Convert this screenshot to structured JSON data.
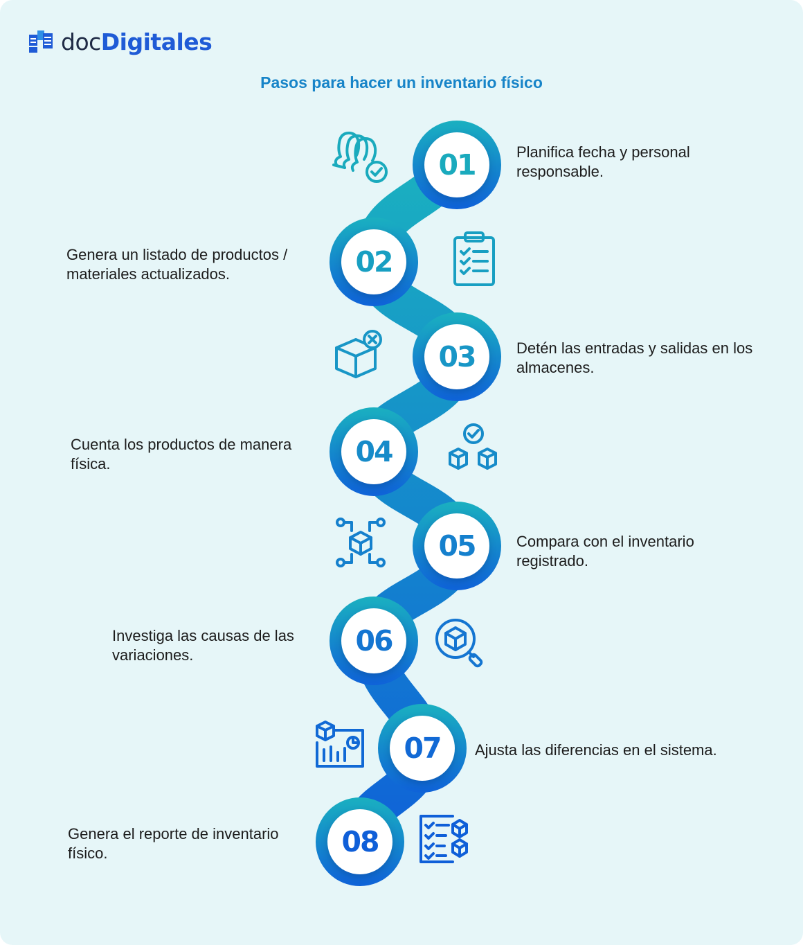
{
  "brand": {
    "prefix": "doc",
    "name": "Digitales"
  },
  "title": "Pasos para hacer un inventario físico",
  "colors": {
    "road_top": "#1ab0c0",
    "road_bottom": "#0f62d8",
    "text": "#1c1c1c",
    "title": "#1784c8"
  },
  "steps": [
    {
      "number": "01",
      "text_line1": "Planifica fecha y personal",
      "text_line2": "responsable.",
      "icon": "team-check-icon",
      "color": "#1aaabd"
    },
    {
      "number": "02",
      "text_line1": "Genera un listado de productos /",
      "text_line2": "materiales actualizados.",
      "icon": "clipboard-checklist-icon",
      "color": "#189fc2"
    },
    {
      "number": "03",
      "text_line1": "Detén las entradas y salidas en los",
      "text_line2": "almacenes.",
      "icon": "box-cancel-icon",
      "color": "#1896c6"
    },
    {
      "number": "04",
      "text_line1": "Cuenta los productos de manera",
      "text_line2": "física.",
      "icon": "boxes-check-icon",
      "color": "#168bc9"
    },
    {
      "number": "05",
      "text_line1": "Compara con el inventario",
      "text_line2": "registrado.",
      "icon": "box-network-icon",
      "color": "#1580cd"
    },
    {
      "number": "06",
      "text_line1": "Investiga las causas de las",
      "text_line2": "variaciones.",
      "icon": "box-search-icon",
      "color": "#1475d1"
    },
    {
      "number": "07",
      "text_line1": "Ajusta las diferencias en el sistema.",
      "text_line2": "",
      "icon": "box-dashboard-icon",
      "color": "#1169d5"
    },
    {
      "number": "08",
      "text_line1": "Genera el reporte de inventario",
      "text_line2": "físico.",
      "icon": "checklist-boxes-icon",
      "color": "#0f5fd8"
    }
  ]
}
